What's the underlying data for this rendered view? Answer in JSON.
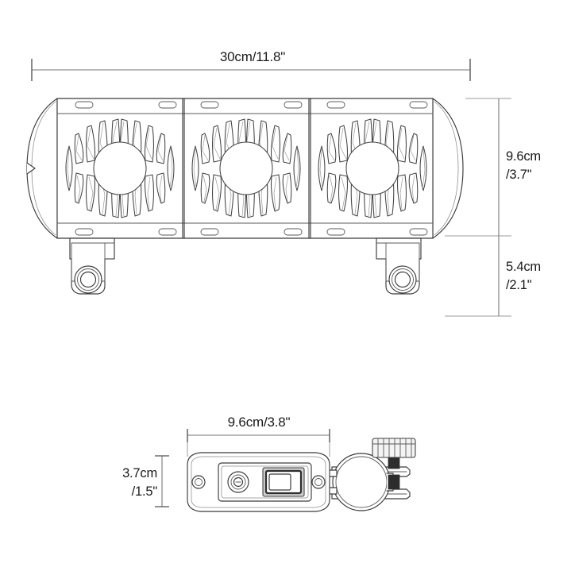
{
  "document": {
    "kind": "product-dimension-line-drawing",
    "subject": "motorcycle led light bar with mounting clamps",
    "background_color": "#ffffff",
    "line_color": "#3b3b3b",
    "text_color": "#1a1a1a"
  },
  "figures": [
    {
      "id": "front-view",
      "name": "light-bar-front-view",
      "grille_count": 3,
      "bracket_count": 2
    },
    {
      "id": "top-view",
      "name": "control-box-top-view",
      "has_rocker_switch": true,
      "has_connector_port": true,
      "has_clamp_ring": true,
      "has_thumbscrew": true
    }
  ],
  "dimensions": {
    "width_overall": {
      "name": "overall-width",
      "label": "30cm/11.8\"",
      "orientation": "horizontal",
      "applies_to": "front-view"
    },
    "height_body": {
      "name": "body-height",
      "label_line1": "9.6cm",
      "label_line2": "/3.7\"",
      "orientation": "vertical",
      "applies_to": "front-view"
    },
    "height_bracket": {
      "name": "bracket-height",
      "label_line1": "5.4cm",
      "label_line2": "/2.1\"",
      "orientation": "vertical",
      "applies_to": "front-view"
    },
    "width_box": {
      "name": "control-box-width",
      "label": "9.6cm/3.8\"",
      "orientation": "horizontal",
      "applies_to": "top-view"
    },
    "depth_box": {
      "name": "control-box-depth",
      "label_line1": "3.7cm",
      "label_line2": "/1.5\"",
      "orientation": "vertical",
      "applies_to": "top-view"
    }
  }
}
